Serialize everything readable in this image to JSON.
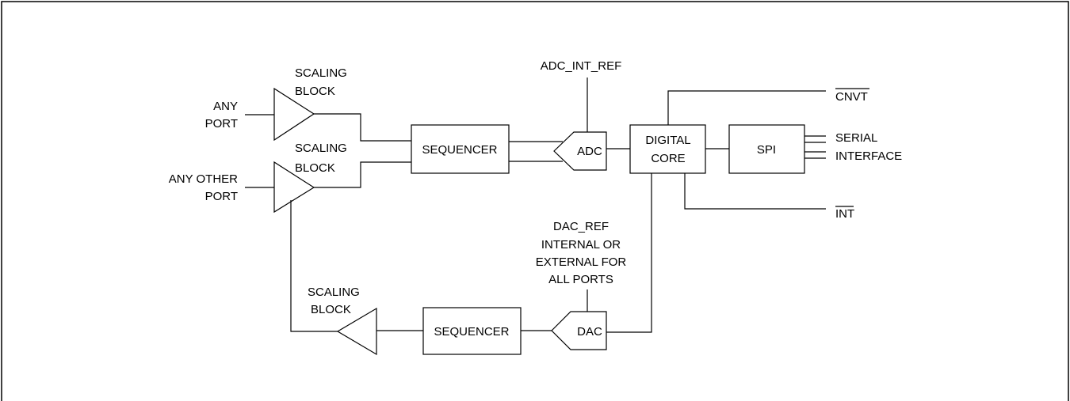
{
  "diagram": {
    "labels": {
      "scaling_block_top_line1": "SCALING",
      "scaling_block_top_line2": "BLOCK",
      "any_port_line1": "ANY",
      "any_port_line2": "PORT",
      "scaling_block_mid_line1": "SCALING",
      "scaling_block_mid_line2": "BLOCK",
      "any_other_port_line1": "ANY OTHER",
      "any_other_port_line2": "PORT",
      "adc_int_ref": "ADC_INT_REF",
      "cnvt": "CNVT",
      "int": "INT",
      "serial_interface_line1": "SERIAL",
      "serial_interface_line2": "INTERFACE",
      "dac_ref_line1": "DAC_REF",
      "dac_ref_line2": "INTERNAL OR",
      "dac_ref_line3": "EXTERNAL FOR",
      "dac_ref_line4": "ALL PORTS",
      "scaling_block_bottom_line1": "SCALING",
      "scaling_block_bottom_line2": "BLOCK"
    },
    "blocks": {
      "sequencer_top": "SEQUENCER",
      "adc": "ADC",
      "digital_core_line1": "DIGITAL",
      "digital_core_line2": "CORE",
      "spi": "SPI",
      "sequencer_bottom": "SEQUENCER",
      "dac": "DAC"
    }
  }
}
